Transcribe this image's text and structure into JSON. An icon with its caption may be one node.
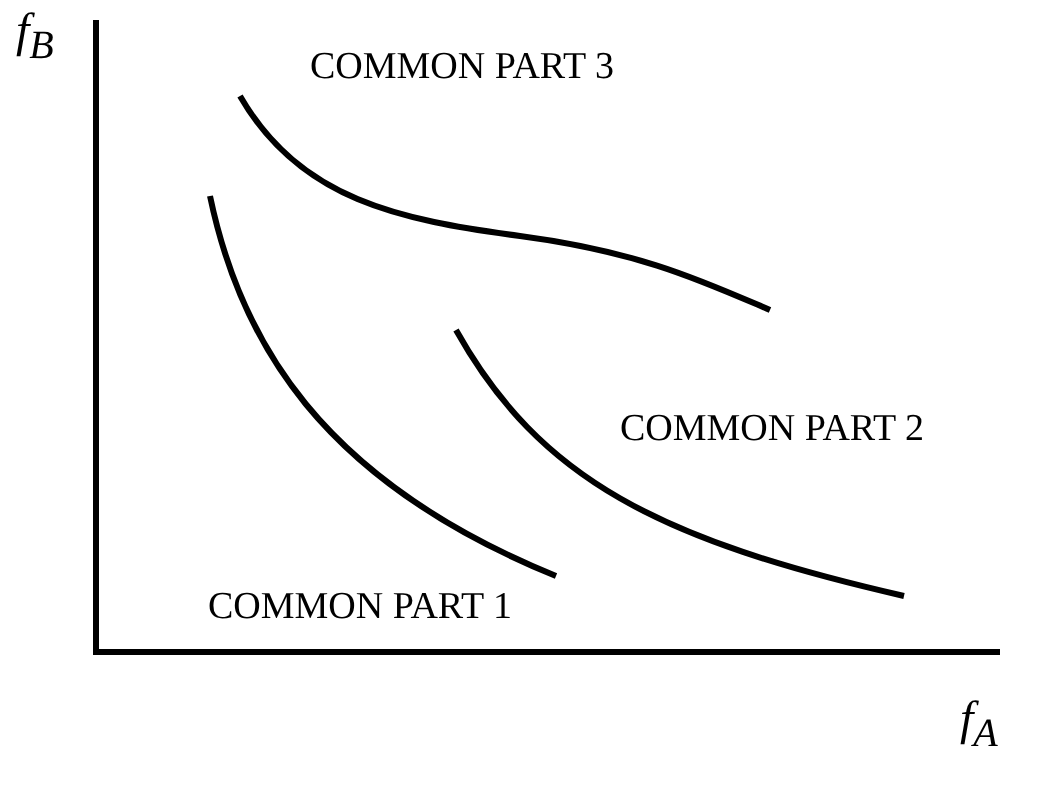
{
  "diagram": {
    "labels": [
      "f$_{B}$",
      "COMMON PART 3",
      "COMMON PART 2",
      "COMMON PART 1",
      "f$_{A}$"
    ]
  }
}
